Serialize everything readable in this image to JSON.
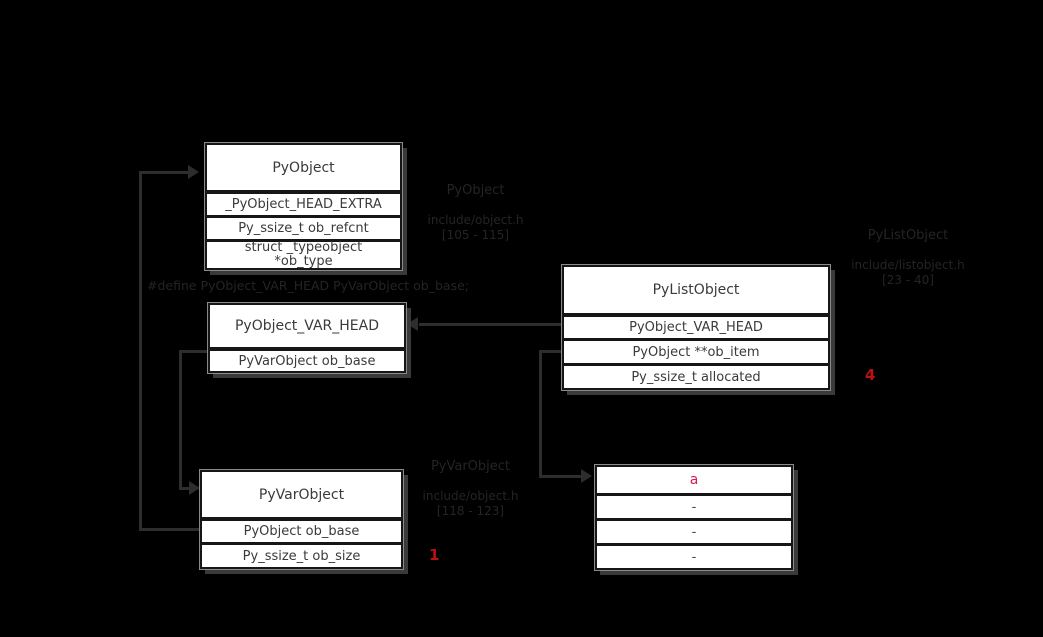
{
  "colors": {
    "background": "#000000",
    "box_fill": "#ffffff",
    "box_border": "#161616",
    "box_text": "#3a3a3a",
    "box_shadow": "#3a3a3a",
    "connector": "#2d2d2d",
    "note_text": "#242424",
    "marker_red": "#bb1111",
    "value_red": "#d81b4c"
  },
  "boxes": {
    "pyobject": {
      "title": "PyObject",
      "rows": [
        "_PyObject_HEAD_EXTRA",
        "Py_ssize_t ob_refcnt",
        "struct _typeobject\n*ob_type"
      ]
    },
    "pyobject_var_head": {
      "title": "PyObject_VAR_HEAD",
      "rows": [
        "PyVarObject ob_base"
      ]
    },
    "pylistobject": {
      "title": "PyListObject",
      "rows": [
        "PyObject_VAR_HEAD",
        "PyObject **ob_item",
        "Py_ssize_t allocated"
      ]
    },
    "pyvarobject": {
      "title": "PyVarObject",
      "rows": [
        "PyObject ob_base",
        "Py_ssize_t ob_size"
      ]
    },
    "values_table": {
      "rows": [
        "a",
        "-",
        "-",
        "-"
      ]
    }
  },
  "notes": {
    "pyobject": {
      "title": "PyObject",
      "file": "include/object.h",
      "lines": "[105 - 115]"
    },
    "define": {
      "text": "#define PyObject_VAR_HEAD PyVarObject ob_base;"
    },
    "pylistobject": {
      "title": "PyListObject",
      "file": "include/listobject.h",
      "lines": "[23 - 40]"
    },
    "pyvarobject": {
      "title": "PyVarObject",
      "file": "include/object.h",
      "lines": "[118 - 123]"
    }
  },
  "markers": {
    "allocated_value": "4",
    "ob_size_value": "1"
  }
}
